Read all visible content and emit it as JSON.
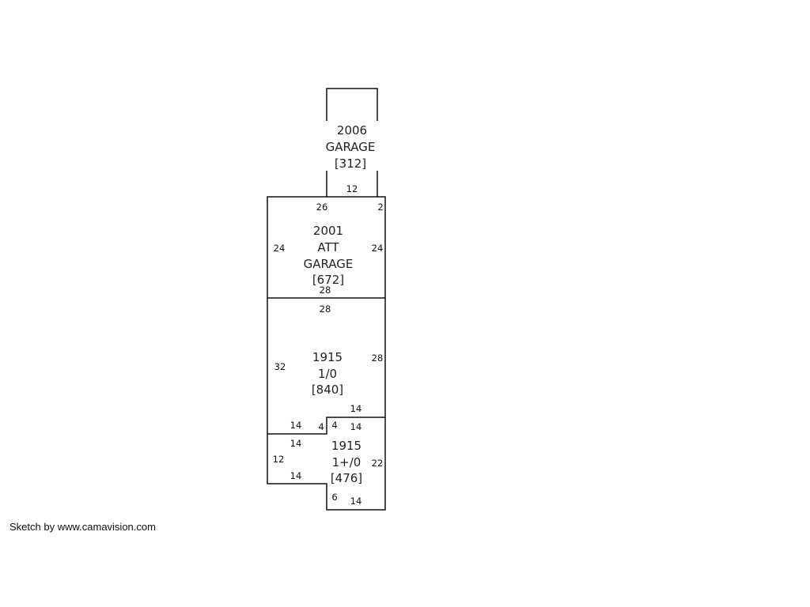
{
  "areas": [
    {
      "year": "2006",
      "type": "GARAGE",
      "area": "[312]"
    },
    {
      "year": "2001",
      "type1": "ATT",
      "type2": "GARAGE",
      "area": "[672]"
    },
    {
      "year": "1915",
      "type": "1/0",
      "area": "[840]"
    },
    {
      "year": "1915",
      "type": "1+/0",
      "area": "[476]"
    }
  ],
  "dimensions": {
    "garage_bottom": "12",
    "att_top": "26",
    "att_top_right": "2",
    "att_left": "24",
    "att_right": "24",
    "att_bottom": "28",
    "main_top": "28",
    "main_left": "32",
    "main_right": "28",
    "main_inner": "14",
    "main_bottom_left": "14",
    "main_step": "4",
    "lower_step": "4",
    "lower_top": "14",
    "lower_top_left": "14",
    "lower_left": "12",
    "lower_bottom_left": "14",
    "lower_right": "22",
    "lower_step2": "6",
    "lower_bottom": "14"
  },
  "credit": "Sketch by www.camavision.com"
}
